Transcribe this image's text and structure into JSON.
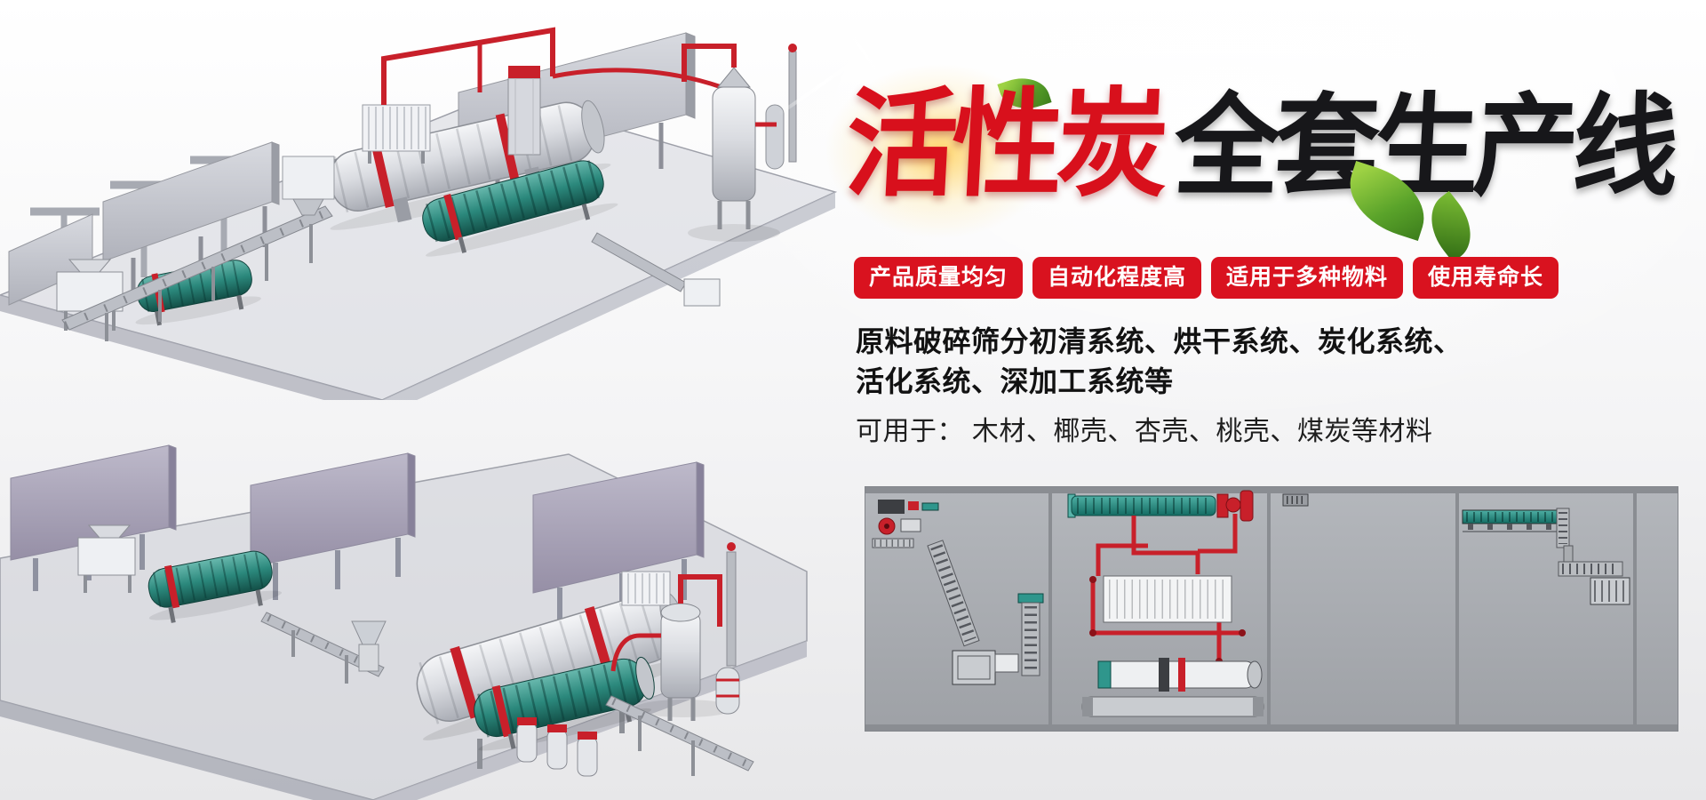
{
  "hero": {
    "title_red": "活性炭",
    "title_black": "全套生产线",
    "badges": [
      "产品质量均匀",
      "自动化程度高",
      "适用于多种物料",
      "使用寿命长"
    ],
    "systems_line1": "原料破碎筛分初清系统、烘干系统、炭化系统、",
    "systems_line2": "活化系统、深加工系统等",
    "materials": "可用于： 木材、椰壳、杏壳、桃壳、煤炭等材料"
  },
  "colors": {
    "title_red": "#d8101c",
    "title_black": "#17171a",
    "badge_red": "#d9121f",
    "machine_teal": "#2b887c",
    "pipe_red": "#c8202a",
    "panel_gray": "#aaadb2",
    "leaf_green": "#5aa32a"
  },
  "illustrations": {
    "top": "3d-render-production-line-top",
    "bottom": "3d-render-production-line-bottom",
    "schematic": "production-line-plan-schematic"
  }
}
